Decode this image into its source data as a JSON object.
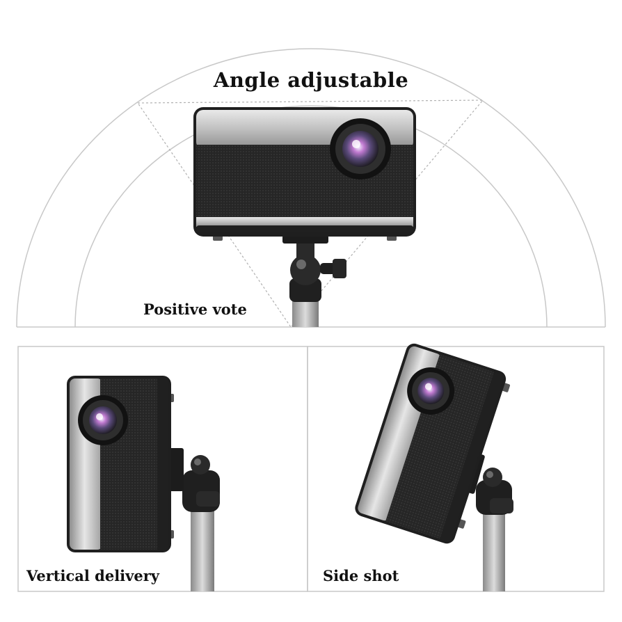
{
  "title": "Angle adjustable",
  "panels": {
    "top": {
      "caption": "Positive vote"
    },
    "bottom_left": {
      "caption": "Vertical delivery"
    },
    "bottom_right": {
      "caption": "Side shot"
    }
  },
  "colors": {
    "background": "#ffffff",
    "outline": "#c8c8c8",
    "projector_body": "#bdbdbd",
    "speaker_grille": "#262626",
    "lens_rim": "#1c1c1c",
    "stand_pole": "#b4b4b4"
  }
}
